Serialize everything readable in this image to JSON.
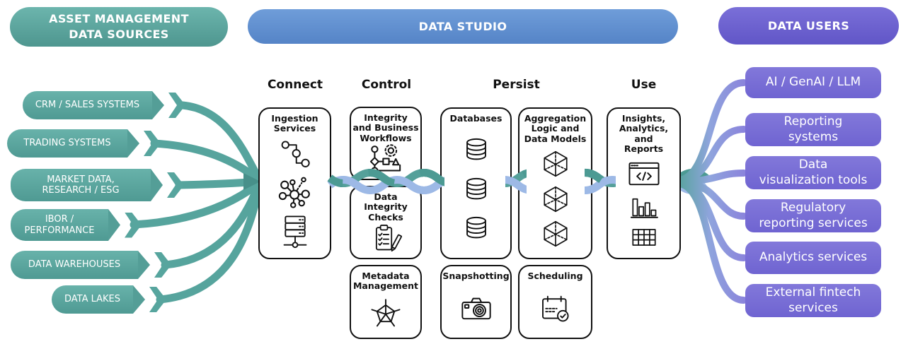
{
  "sources": {
    "header": "ASSET MANAGEMENT\nDATA SOURCES",
    "items": [
      {
        "label": "CRM / SALES SYSTEMS"
      },
      {
        "label": "TRADING SYSTEMS"
      },
      {
        "label": "MARKET DATA,\nRESEARCH / ESG"
      },
      {
        "label": "IBOR /\nPERFORMANCE"
      },
      {
        "label": "DATA WAREHOUSES"
      },
      {
        "label": "DATA LAKES"
      }
    ]
  },
  "studio": {
    "header": "DATA STUDIO",
    "columns": [
      {
        "label": "Connect",
        "boxes": [
          {
            "title": "Ingestion\nServices",
            "icons": [
              "nodes-path-icon",
              "network-hub-icon",
              "server-rack-icon"
            ]
          }
        ]
      },
      {
        "label": "Control",
        "boxes": [
          {
            "title": "Integrity\nand Business\nWorkflows",
            "icons": [
              "workflow-icon"
            ]
          },
          {
            "title": "Data\nIntegrity\nChecks",
            "icons": [
              "checklist-pencil-icon"
            ]
          },
          {
            "title": "Metadata\nManagement",
            "icons": [
              "graph-pentagon-icon"
            ]
          }
        ]
      },
      {
        "label": "Persist",
        "boxes": [
          {
            "title": "Databases",
            "icons": [
              "database-cylinder-icon",
              "database-cylinder-icon",
              "database-cylinder-icon"
            ]
          },
          {
            "title": "Aggregation\nLogic and\nData Models",
            "icons": [
              "cube-icon",
              "cube-icon",
              "cube-icon"
            ]
          },
          {
            "title": "Snapshotting",
            "icons": [
              "camera-icon"
            ]
          },
          {
            "title": "Scheduling",
            "icons": [
              "calendar-check-icon"
            ]
          }
        ]
      },
      {
        "label": "Use",
        "boxes": [
          {
            "title": "Insights,\nAnalytics, and\nReports",
            "icons": [
              "code-window-icon",
              "bar-chart-icon",
              "table-grid-icon"
            ]
          }
        ]
      }
    ]
  },
  "users": {
    "header": "DATA USERS",
    "items": [
      {
        "label": "AI / GenAI / LLM"
      },
      {
        "label": "Reporting\nsystems"
      },
      {
        "label": "Data\nvisualization tools"
      },
      {
        "label": "Regulatory\nreporting services"
      },
      {
        "label": "Analytics services"
      },
      {
        "label": "External fintech\nservices"
      }
    ]
  },
  "colors": {
    "teal": "#55a29b",
    "teal_dark": "#3f8e88",
    "blue_header": "#5d8dce",
    "purple_header": "#6c62d0",
    "purple_box": "#7b70d8",
    "strand_blue": "#9db9e6",
    "ink": "#111111"
  }
}
